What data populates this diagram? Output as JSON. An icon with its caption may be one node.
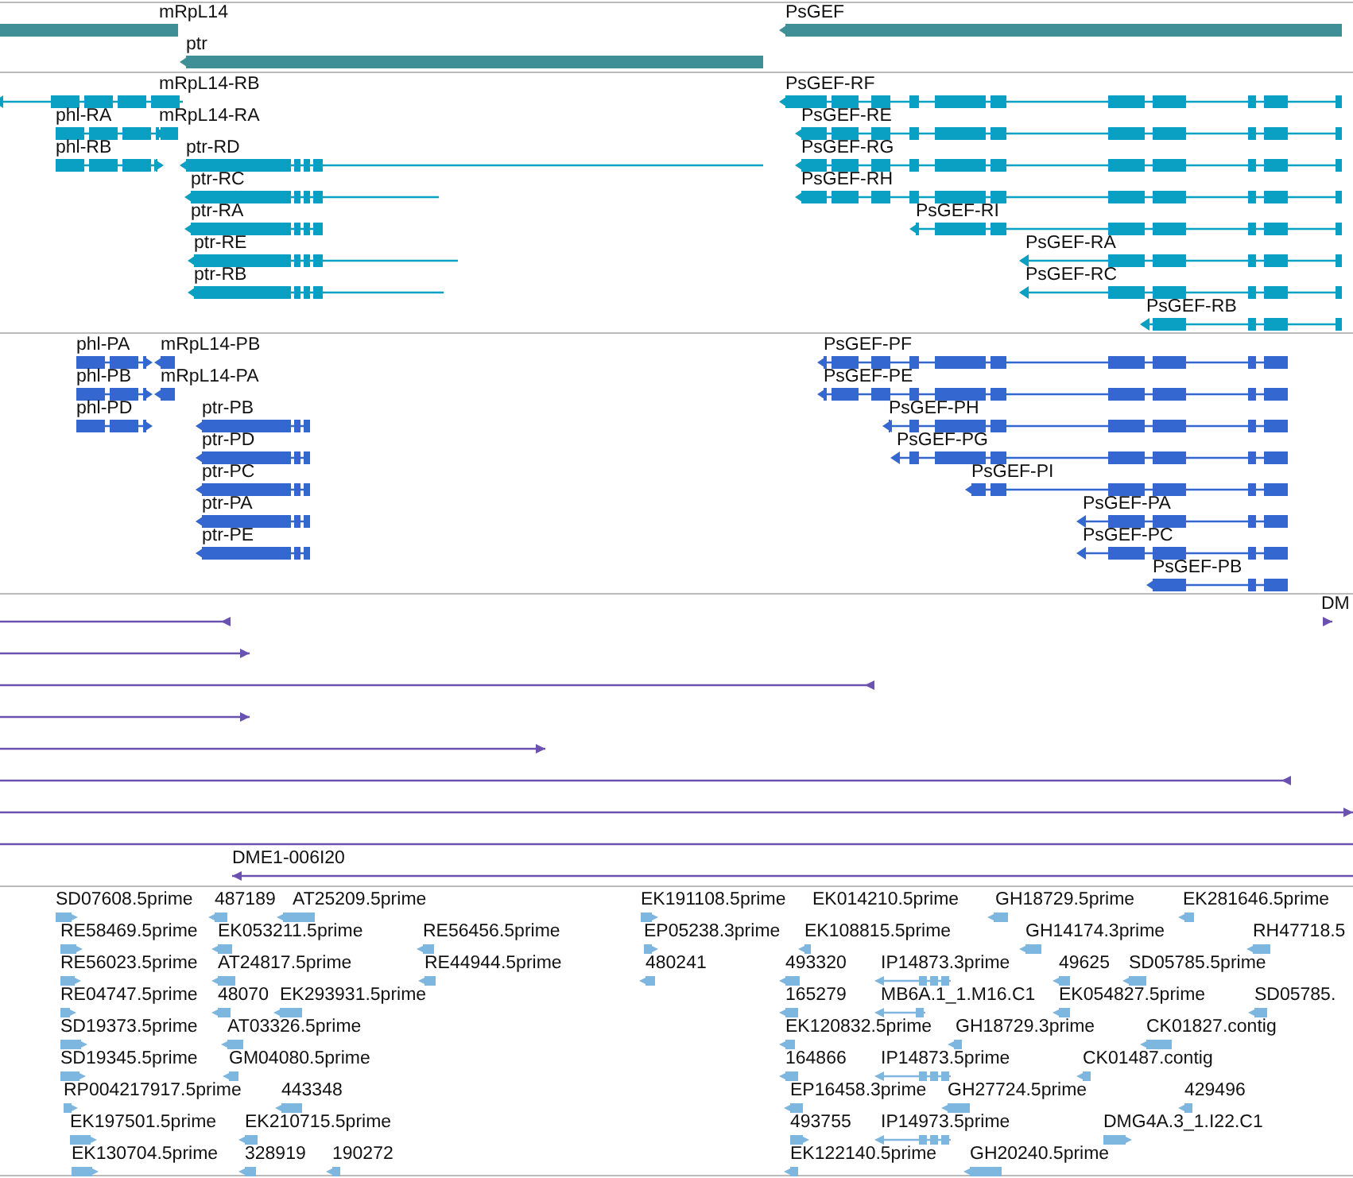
{
  "diagram": {
    "nodes": [
      {
        "text": [
          "mRpL14"
        ]
      },
      {
        "text": [
          "PsGEF"
        ]
      },
      {
        "text": [
          "ptr"
        ]
      },
      {
        "text": [
          "mRpL14-RB"
        ]
      },
      {
        "text": [
          "PsGEF-RF"
        ]
      },
      {
        "text": [
          "phl-RA"
        ]
      },
      {
        "text": [
          "mRpL14-RA"
        ]
      },
      {
        "text": [
          "PsGEF-RE"
        ]
      },
      {
        "text": [
          "phl-RB"
        ]
      },
      {
        "text": [
          "ptr-RD"
        ]
      },
      {
        "text": [
          "PsGEF-RG"
        ]
      },
      {
        "text": [
          "ptr-RC"
        ]
      },
      {
        "text": [
          "PsGEF-RH"
        ]
      },
      {
        "text": [
          "ptr-RA"
        ]
      },
      {
        "text": [
          "PsGEF-RI"
        ]
      },
      {
        "text": [
          "ptr-RE"
        ]
      },
      {
        "text": [
          "PsGEF-RA"
        ]
      },
      {
        "text": [
          "ptr-RB"
        ]
      },
      {
        "text": [
          "PsGEF-RC"
        ]
      },
      {
        "text": [
          "PsGEF-RB"
        ]
      },
      {
        "text": [
          "phl-PA"
        ]
      },
      {
        "text": [
          "mRpL14-PB"
        ]
      },
      {
        "text": [
          "PsGEF-PF"
        ]
      },
      {
        "text": [
          "phl-PB"
        ]
      },
      {
        "text": [
          "mRpL14-PA"
        ]
      },
      {
        "text": [
          "PsGEF-PE"
        ]
      },
      {
        "text": [
          "phl-PD"
        ]
      },
      {
        "text": [
          "ptr-PB"
        ]
      },
      {
        "text": [
          "PsGEF-PH"
        ]
      },
      {
        "text": [
          "ptr-PD"
        ]
      },
      {
        "text": [
          "PsGEF-PG"
        ]
      },
      {
        "text": [
          "ptr-PC"
        ]
      },
      {
        "text": [
          "PsGEF-PI"
        ]
      },
      {
        "text": [
          "ptr-PA"
        ]
      },
      {
        "text": [
          "PsGEF-PA"
        ]
      },
      {
        "text": [
          "ptr-PE"
        ]
      },
      {
        "text": [
          "PsGEF-PC"
        ]
      },
      {
        "text": [
          "PsGEF-PB"
        ]
      },
      {
        "text": [],
        "shape": "line"
      },
      {
        "text": [
          "DM"
        ]
      },
      {
        "text": [],
        "shape": "line"
      },
      {
        "text": [],
        "shape": "line"
      },
      {
        "text": [],
        "shape": "line"
      },
      {
        "text": [],
        "shape": "line"
      },
      {
        "text": [],
        "shape": "line"
      },
      {
        "text": [],
        "shape": "line"
      },
      {
        "text": [],
        "shape": "line"
      },
      {
        "text": [
          "DME1-006I20"
        ]
      },
      {
        "text": [
          "SD07608.5prime"
        ]
      },
      {
        "text": [
          "487189"
        ]
      },
      {
        "text": [
          "AT25209.5prime"
        ]
      },
      {
        "text": [
          "EK191108.5prime"
        ]
      },
      {
        "text": [
          "EK014210.5prime"
        ]
      },
      {
        "text": [
          "GH18729.5prime"
        ]
      },
      {
        "text": [
          "EK281646.5prime"
        ]
      },
      {
        "text": [
          "RE58469.5prime"
        ]
      },
      {
        "text": [
          "EK053211.5prime"
        ]
      },
      {
        "text": [
          "RE56456.5prime"
        ]
      },
      {
        "text": [
          "EP05238.3prime"
        ]
      },
      {
        "text": [
          "EK108815.5prime"
        ]
      },
      {
        "text": [
          "GH14174.3prime"
        ]
      },
      {
        "text": [
          "RH47718.5"
        ]
      },
      {
        "text": [
          "RE56023.5prime"
        ]
      },
      {
        "text": [
          "AT24817.5prime"
        ]
      },
      {
        "text": [
          "RE44944.5prime"
        ]
      },
      {
        "text": [
          "480241"
        ]
      },
      {
        "text": [
          "493320"
        ]
      },
      {
        "text": [
          "IP14873.3prime"
        ]
      },
      {
        "text": [
          "49625"
        ]
      },
      {
        "text": [
          "SD05785.5prime"
        ]
      },
      {
        "text": [
          "RE04747.5prime"
        ]
      },
      {
        "text": [
          "48070"
        ]
      },
      {
        "text": [
          "EK293931.5prime"
        ]
      },
      {
        "text": [
          "165279"
        ]
      },
      {
        "text": [
          "MB6A.1_1.M16.C1"
        ]
      },
      {
        "text": [
          "EK054827.5prime"
        ]
      },
      {
        "text": [
          "SD05785."
        ]
      },
      {
        "text": [
          "SD19373.5prime"
        ]
      },
      {
        "text": [
          "AT03326.5prime"
        ]
      },
      {
        "text": [
          "EK120832.5prime"
        ]
      },
      {
        "text": [
          "GH18729.3prime"
        ]
      },
      {
        "text": [
          "CK01827.contig"
        ]
      },
      {
        "text": [
          "SD19345.5prime"
        ]
      },
      {
        "text": [
          "GM04080.5prime"
        ]
      },
      {
        "text": [
          "164866"
        ]
      },
      {
        "text": [
          "IP14873.5prime"
        ]
      },
      {
        "text": [
          "CK01487.contig"
        ]
      },
      {
        "text": [
          "RP004217917.5prime"
        ]
      },
      {
        "text": [
          "443348"
        ]
      },
      {
        "text": [
          "EP16458.3prime"
        ]
      },
      {
        "text": [
          "GH27724.5prime"
        ]
      },
      {
        "text": [
          "429496"
        ]
      },
      {
        "text": [
          "EK197501.5prime"
        ]
      },
      {
        "text": [
          "EK210715.5prime"
        ]
      },
      {
        "text": [
          "493755"
        ]
      },
      {
        "text": [
          "IP14973.5prime"
        ]
      },
      {
        "text": [
          "DMG4A.3_1.I22.C1"
        ]
      },
      {
        "text": [
          "EK130704.5prime"
        ]
      },
      {
        "text": [
          "328919"
        ]
      },
      {
        "text": [
          "190272"
        ]
      },
      {
        "text": [
          "EK122140.5prime"
        ]
      },
      {
        "text": [
          "GH20240.5prime"
        ]
      }
    ]
  }
}
